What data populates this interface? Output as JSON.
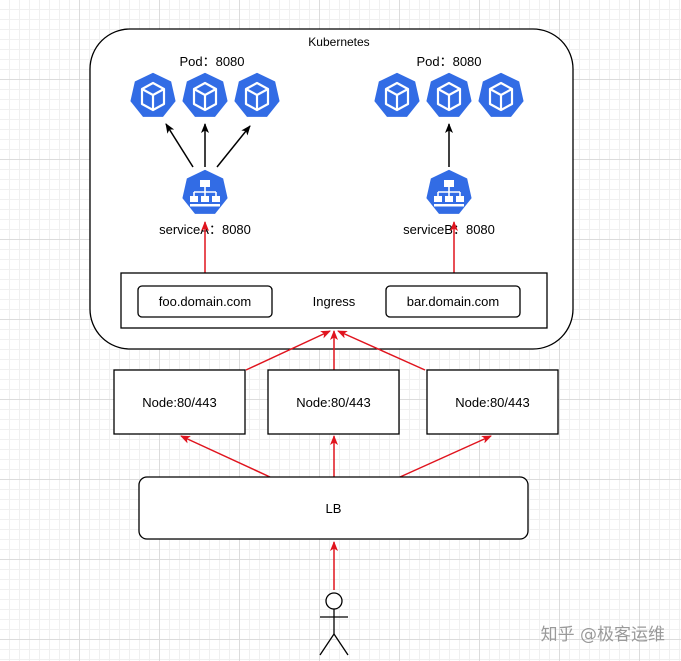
{
  "cluster": {
    "title": "Kubernetes"
  },
  "groups": [
    {
      "pods_label": "Pod：8080",
      "service_label": "serviceA：8080",
      "pod_count": 3
    },
    {
      "pods_label": "Pod：8080",
      "service_label": "serviceB：8080",
      "pod_count": 3
    }
  ],
  "ingress": {
    "label": "Ingress",
    "rules": [
      "foo.domain.com",
      "bar.domain.com"
    ]
  },
  "nodes": [
    "Node:80/443",
    "Node:80/443",
    "Node:80/443"
  ],
  "lb": {
    "label": "LB"
  },
  "watermark": "知乎 @极客运维",
  "colors": {
    "k8s_blue": "#326CE5",
    "arrow_red": "#E0141E",
    "arrow_black": "#000000"
  }
}
